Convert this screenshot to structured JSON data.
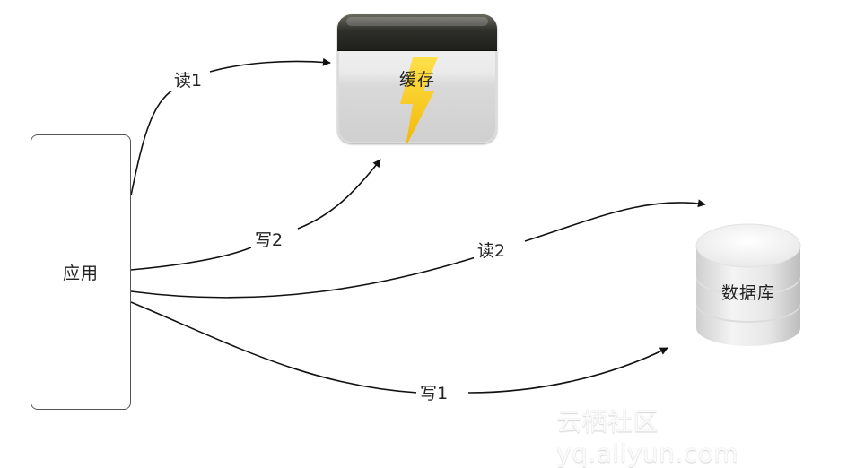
{
  "diagram": {
    "nodes": {
      "app": {
        "label": "应用"
      },
      "cache": {
        "label": "缓存",
        "icon": "lightning-bolt-icon",
        "bolt_color": "#f5c518",
        "header_color": "#2a2a26"
      },
      "database": {
        "label": "数据库",
        "icon": "database-cylinder-icon",
        "color": "#e8e8e8"
      }
    },
    "edges": [
      {
        "id": "read1",
        "label": "读1",
        "from": "应用",
        "to": "缓存"
      },
      {
        "id": "write2",
        "label": "写2",
        "from": "应用",
        "to": "缓存"
      },
      {
        "id": "read2",
        "label": "读2",
        "from": "应用",
        "to": "数据库"
      },
      {
        "id": "write1",
        "label": "写1",
        "from": "应用",
        "to": "数据库"
      }
    ]
  },
  "watermark": {
    "text": "云栖社区 yq.aliyun.com"
  }
}
